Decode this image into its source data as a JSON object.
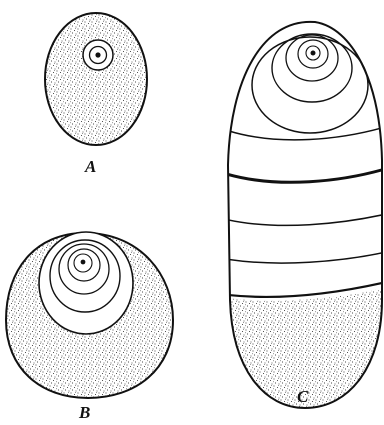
{
  "figure": {
    "panels": [
      {
        "id": "A",
        "label": "A"
      },
      {
        "id": "B",
        "label": "B"
      },
      {
        "id": "C",
        "label": "C"
      }
    ],
    "colors": {
      "ink": "#111111",
      "stipple": "#1a1a1a",
      "paper": "#ffffff"
    }
  }
}
